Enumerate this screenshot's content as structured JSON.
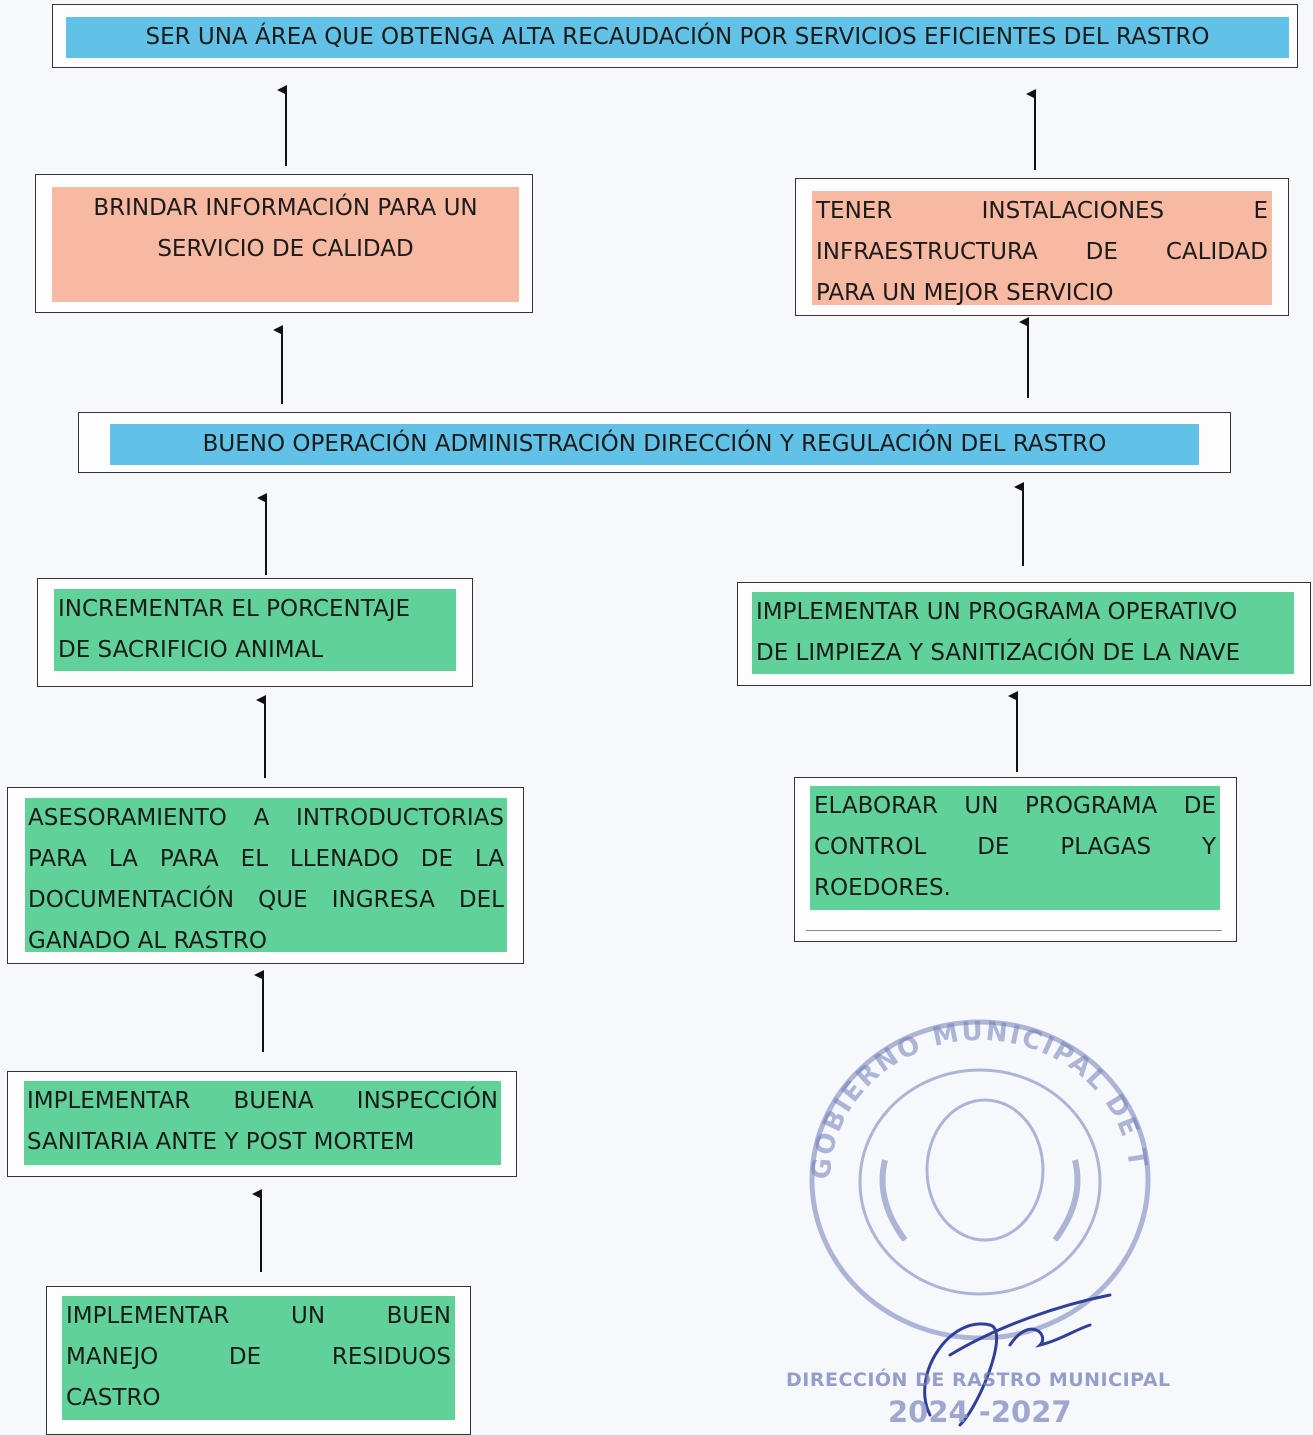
{
  "goal": {
    "text": "SER UNA ÁREA QUE OBTENGA ALTA RECAUDACIÓN POR SERVICIOS EFICIENTES DEL RASTRO"
  },
  "left_level2": {
    "lines": [
      "BRINDAR INFORMACIÓN PARA UN",
      "SERVICIO DE CALIDAD"
    ]
  },
  "right_level2": {
    "lines": [
      "TENER INSTALACIONES E",
      "INFRAESTRUCTURA DE CALIDAD",
      "PARA UN MEJOR SERVICIO"
    ]
  },
  "central": {
    "text": "BUENO OPERACIÓN ADMINISTRACIÓN DIRECCIÓN Y REGULACIÓN DEL RASTRO"
  },
  "left_level4": {
    "lines": [
      "INCREMENTAR EL PORCENTAJE",
      "DE SACRIFICIO ANIMAL"
    ]
  },
  "right_level4": {
    "lines": [
      "IMPLEMENTAR UN PROGRAMA OPERATIVO",
      "DE LIMPIEZA Y SANITIZACIÓN DE LA NAVE"
    ]
  },
  "left_level5": {
    "lines": [
      "ASESORAMIENTO A INTRODUCTORIAS",
      "PARA LA PARA EL LLENADO DE LA",
      "DOCUMENTACIÓN QUE INGRESA DEL",
      "GANADO AL RASTRO"
    ]
  },
  "right_level5": {
    "lines": [
      "ELABORAR UN PROGRAMA DE",
      "CONTROL DE PLAGAS Y",
      "ROEDORES."
    ]
  },
  "left_level6": {
    "lines": [
      "IMPLEMENTAR BUENA INSPECCIÓN",
      "SANITARIA ANTE Y POST MORTEM"
    ]
  },
  "left_level7": {
    "lines": [
      "IMPLEMENTAR UN BUEN",
      "MANEJO DE RESIDUOS",
      "CASTRO"
    ]
  },
  "seal": {
    "ring_text": "GOBIERNO MUNICIPAL DE TULA DE ALLENDE EDO. DE HGO.",
    "department": "DIRECCIÓN DE RASTRO MUNICIPAL",
    "period": "2024 -2027"
  },
  "colors": {
    "blue": "#62c1e6",
    "salmon": "#f8b9a2",
    "green": "#60d198",
    "seal": "#6f7fb8"
  }
}
